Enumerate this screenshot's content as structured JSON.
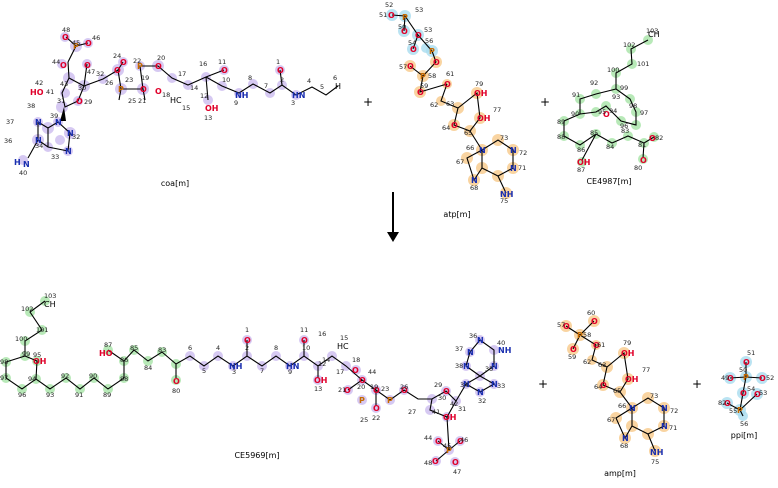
{
  "reactants": [
    {
      "id": "coa",
      "label": "coa[m]"
    },
    {
      "id": "atp",
      "label": "atp[m]"
    },
    {
      "id": "ce4987",
      "label": "CE4987[m]"
    }
  ],
  "products": [
    {
      "id": "ce5969",
      "label": "CE5969[m]"
    },
    {
      "id": "amp",
      "label": "amp[m]"
    },
    {
      "id": "ppi",
      "label": "ppi[m]"
    }
  ],
  "operators": {
    "plus": "+"
  },
  "colors": {
    "purple": "#c8b7ee",
    "blue": "#a9dcef",
    "orange": "#f7c98a",
    "green": "#a6e3a6",
    "oxygen": "#e0002a",
    "nitrogen": "#1a2fb0",
    "phosphorus": "#c56a00"
  }
}
